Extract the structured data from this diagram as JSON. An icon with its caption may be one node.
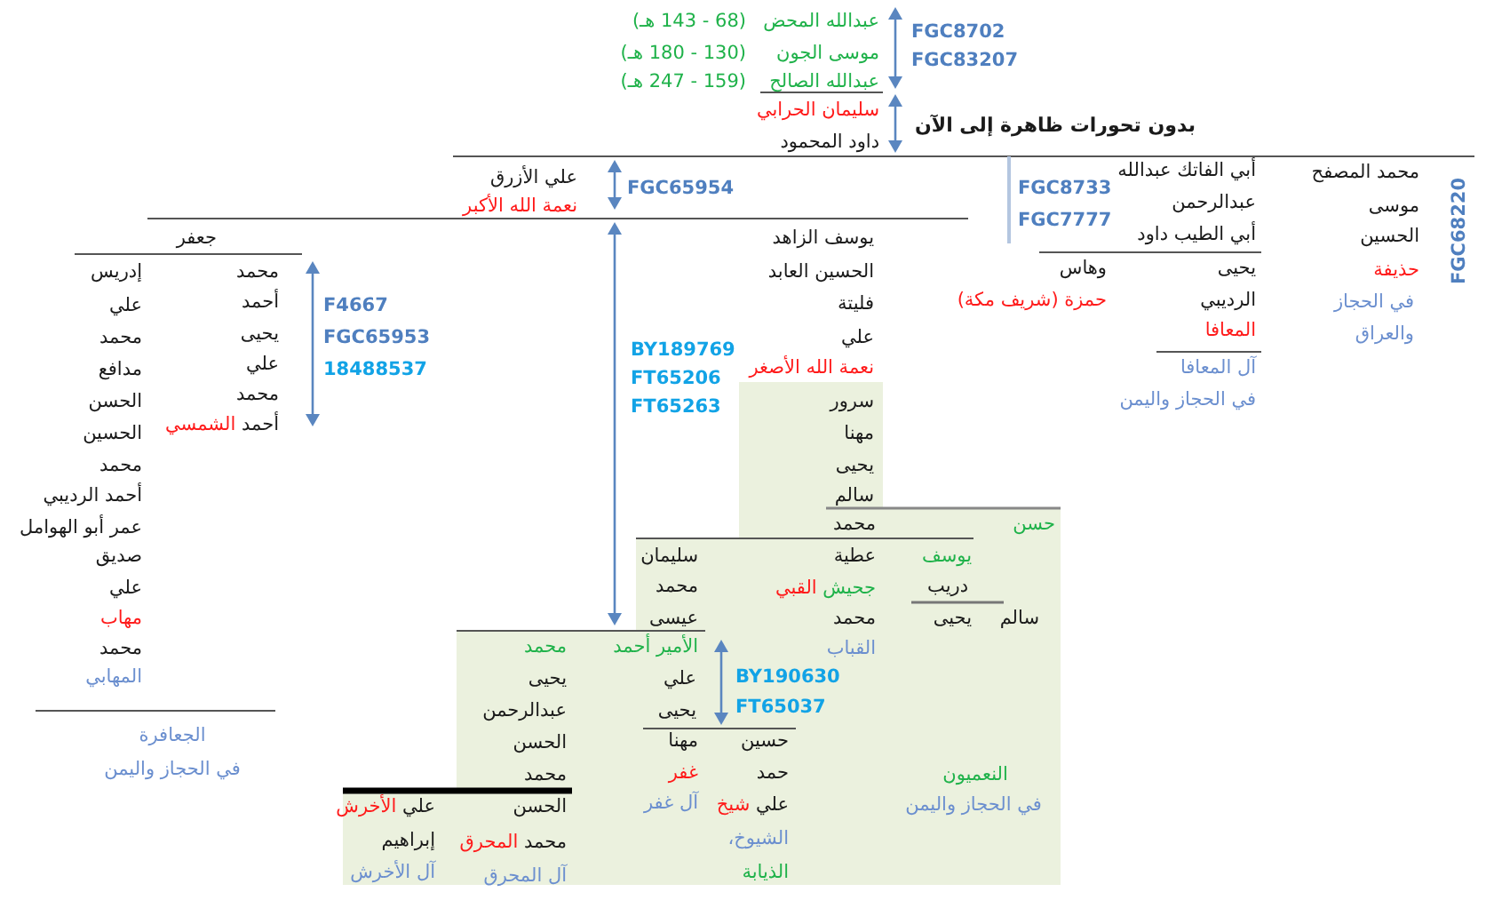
{
  "diagram": {
    "labels": [
      "عبدالله المحض",
      "(68 - 143 هـ)",
      "FGC8702",
      "موسى الجون",
      "(130 - 180 هـ)",
      "FGC83207",
      "عبدالله الصالح",
      "(159 - 247 هـ)",
      "سليمان الحرابي",
      "بدون تحورات ظاهرة إلى الآن",
      "داود المحمود",
      "محمد المصفح",
      "أبي الفاتك عبدالله",
      "FGC8733",
      "علي الأزرق",
      "FGC65954",
      "موسى",
      "عبدالرحمن",
      "FGC7777",
      "نعمة الله الأكبر",
      "FGC68220",
      "الحسين",
      "أبي الطيب داود",
      "يوسف الزاهد",
      "جعفر",
      "حذيفة",
      "يحيى",
      "وهاس",
      "الحسين العابد",
      "محمد",
      "إدريس",
      "في الحجاز",
      "الرديبي",
      "حمزة (شريف مكة)",
      "فليتة",
      "أحمد",
      "علي",
      "F4667",
      "والعراق",
      "المعافا",
      "علي",
      "يحيى",
      "محمد",
      "FGC65953",
      "BY189769",
      "آل المعافا",
      "نعمة الله الأصغر",
      "علي",
      "مدافع",
      "18488537",
      "FT65206",
      "في الحجاز واليمن",
      "محمد",
      "الحسن",
      "سرور",
      "FT65263",
      "أحمد الشمسي",
      "الحسين",
      "مهنا",
      "محمد",
      "يحيى",
      "أحمد الرديبي",
      "سالم",
      "حسن",
      "محمد",
      "عمر أبو الهوامل",
      "يوسف",
      "عطية",
      "سليمان",
      "صديق",
      "دريب",
      "جحيش القبي",
      "محمد",
      "علي",
      "سالم",
      "يحيى",
      "محمد",
      "عيسى",
      "مهاب",
      "القباب",
      "الأمير أحمد",
      "محمد",
      "محمد",
      "المهابي",
      "BY190630",
      "علي",
      "يحيى",
      "FT65037",
      "يحيى",
      "عبدالرحمن",
      "حسين",
      "مهنا",
      "الحسن",
      "الجعافرة",
      "في الحجاز واليمن",
      "حمد",
      "غفر",
      "محمد",
      "النعميون",
      "علي شيخ",
      "آل غفر",
      "الحسن",
      "علي الأخرش",
      "في الحجاز واليمن",
      "الشيوخ،",
      "محمد المحرق",
      "إبراهيم",
      "الذيابة",
      "آل المحرق",
      "آل الأخرش"
    ]
  }
}
